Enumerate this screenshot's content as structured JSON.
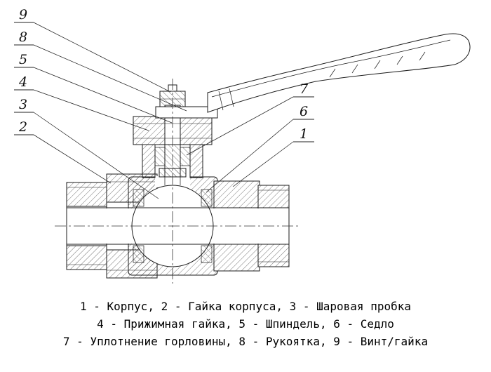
{
  "figure": {
    "type": "technical-drawing",
    "subject": "ball-valve-cross-section",
    "line_color": "#1b1b1b",
    "background": "#ffffff",
    "callouts": {
      "c1": "1",
      "c2": "2",
      "c3": "3",
      "c4": "4",
      "c5": "5",
      "c6": "6",
      "c7": "7",
      "c8": "8",
      "c9": "9"
    },
    "legend": {
      "line1": "1 - Корпус, 2 - Гайка корпуса, 3 - Шаровая пробка",
      "line2": "4 - Прижимная гайка, 5 - Шпиндель, 6 - Седло",
      "line3": "7 - Уплотнение горловины, 8 - Рукоятка, 9 - Винт/гайка"
    }
  }
}
